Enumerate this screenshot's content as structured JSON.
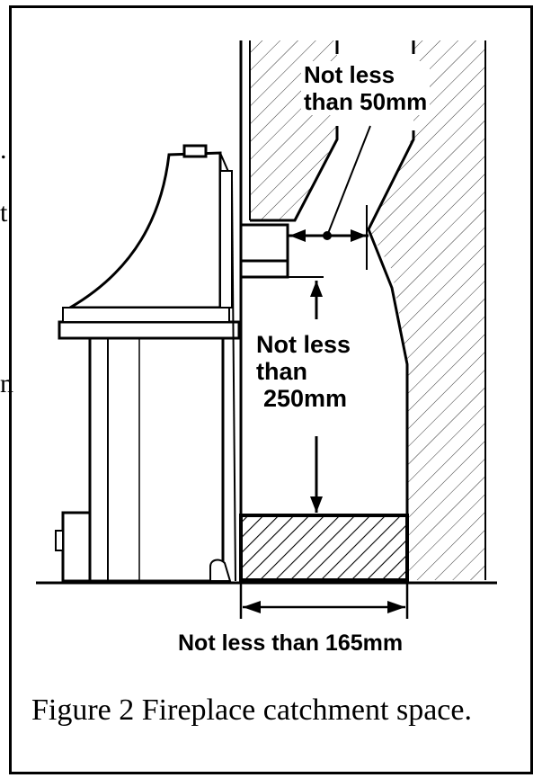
{
  "labels": {
    "gap_top": "Not less than 50mm",
    "gap_top_line1": "Not less",
    "gap_top_line2": "than 50mm",
    "height_line1": "Not less",
    "height_line2": "than",
    "height_line3": "250mm",
    "width": "Not less than 165mm"
  },
  "caption": "Figure 2 Fireplace catchment space.",
  "margin_fragments": [
    ".",
    "t",
    "n"
  ]
}
